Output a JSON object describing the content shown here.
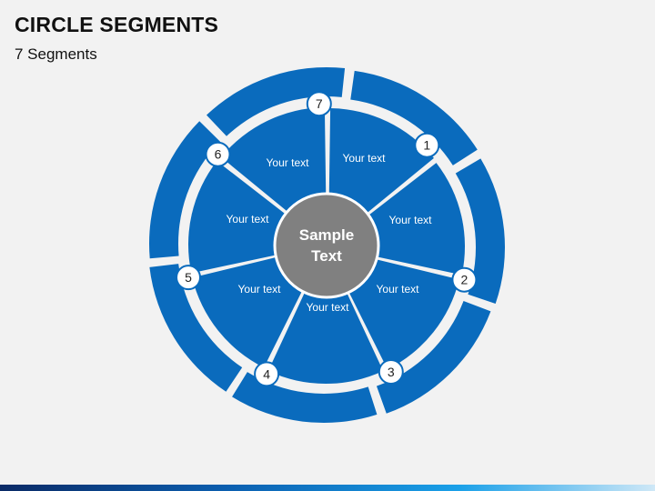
{
  "header": {
    "title": "CIRCLE SEGMENTS",
    "subtitle": "7 Segments"
  },
  "colors": {
    "segment_fill": "#0a6bbd",
    "separator": "#ffffff",
    "center_fill": "#808080",
    "background": "#f2f2f2"
  },
  "center": {
    "line1": "Sample",
    "line2": "Text"
  },
  "segments": [
    {
      "number": "1",
      "label": "Your text"
    },
    {
      "number": "2",
      "label": "Your text"
    },
    {
      "number": "3",
      "label": "Your text"
    },
    {
      "number": "4",
      "label": "Your text"
    },
    {
      "number": "5",
      "label": "Your text"
    },
    {
      "number": "6",
      "label": "Your text"
    },
    {
      "number": "7",
      "label": "Your text"
    }
  ]
}
